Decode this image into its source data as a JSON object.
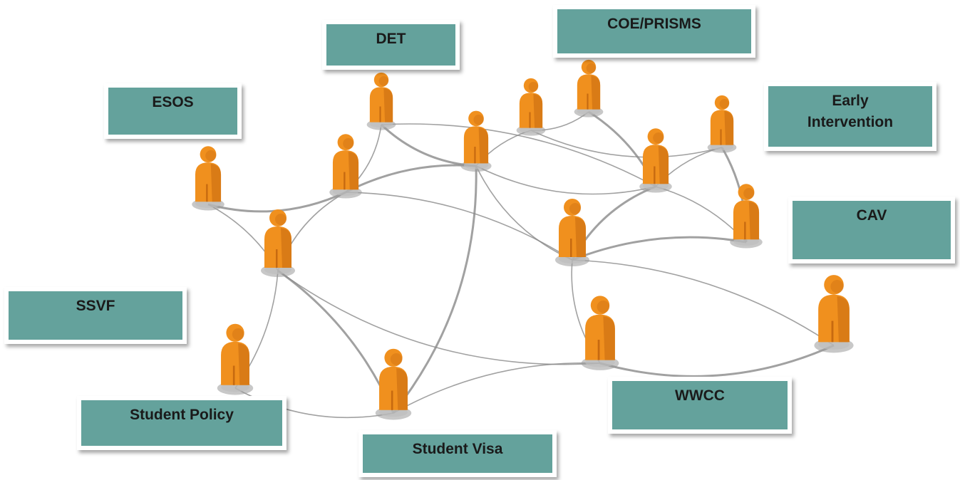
{
  "diagram": {
    "nodes": [
      {
        "id": "det"
      },
      {
        "id": "p2"
      },
      {
        "id": "coe"
      },
      {
        "id": "esos"
      },
      {
        "id": "p5"
      },
      {
        "id": "center"
      },
      {
        "id": "p7"
      },
      {
        "id": "early"
      },
      {
        "id": "ssvf"
      },
      {
        "id": "mid"
      },
      {
        "id": "cav"
      },
      {
        "id": "wwcc"
      },
      {
        "id": "farright"
      },
      {
        "id": "policy"
      },
      {
        "id": "visa"
      }
    ],
    "links": [
      [
        "esos",
        "p5"
      ],
      [
        "esos",
        "ssvf"
      ],
      [
        "p5",
        "det"
      ],
      [
        "p5",
        "center"
      ],
      [
        "p5",
        "ssvf"
      ],
      [
        "p5",
        "mid"
      ],
      [
        "det",
        "center"
      ],
      [
        "center",
        "p2"
      ],
      [
        "p2",
        "coe"
      ],
      [
        "coe",
        "p7"
      ],
      [
        "center",
        "p7"
      ],
      [
        "p7",
        "early"
      ],
      [
        "p7",
        "mid"
      ],
      [
        "p7",
        "cav"
      ],
      [
        "center",
        "mid"
      ],
      [
        "mid",
        "cav"
      ],
      [
        "mid",
        "wwcc"
      ],
      [
        "mid",
        "farright"
      ],
      [
        "wwcc",
        "farright"
      ],
      [
        "ssvf",
        "policy"
      ],
      [
        "ssvf",
        "wwcc"
      ],
      [
        "ssvf",
        "visa"
      ],
      [
        "policy",
        "visa"
      ],
      [
        "visa",
        "wwcc"
      ],
      [
        "visa",
        "center"
      ],
      [
        "det",
        "p7"
      ],
      [
        "p2",
        "early"
      ],
      [
        "early",
        "cav"
      ]
    ]
  },
  "labels": {
    "det": "DET",
    "coe": "COE/PRISMS",
    "esos": "ESOS",
    "early": "Early\nIntervention",
    "cav": "CAV",
    "ssvf": "SSVF",
    "wwcc": "WWCC",
    "policy": "Student Policy",
    "visa": "Student Visa"
  },
  "colors": {
    "label_fill": "#64a29c",
    "person": "#f0901e",
    "person_shadow": "#c76a10",
    "link": "#8a8a8a"
  }
}
